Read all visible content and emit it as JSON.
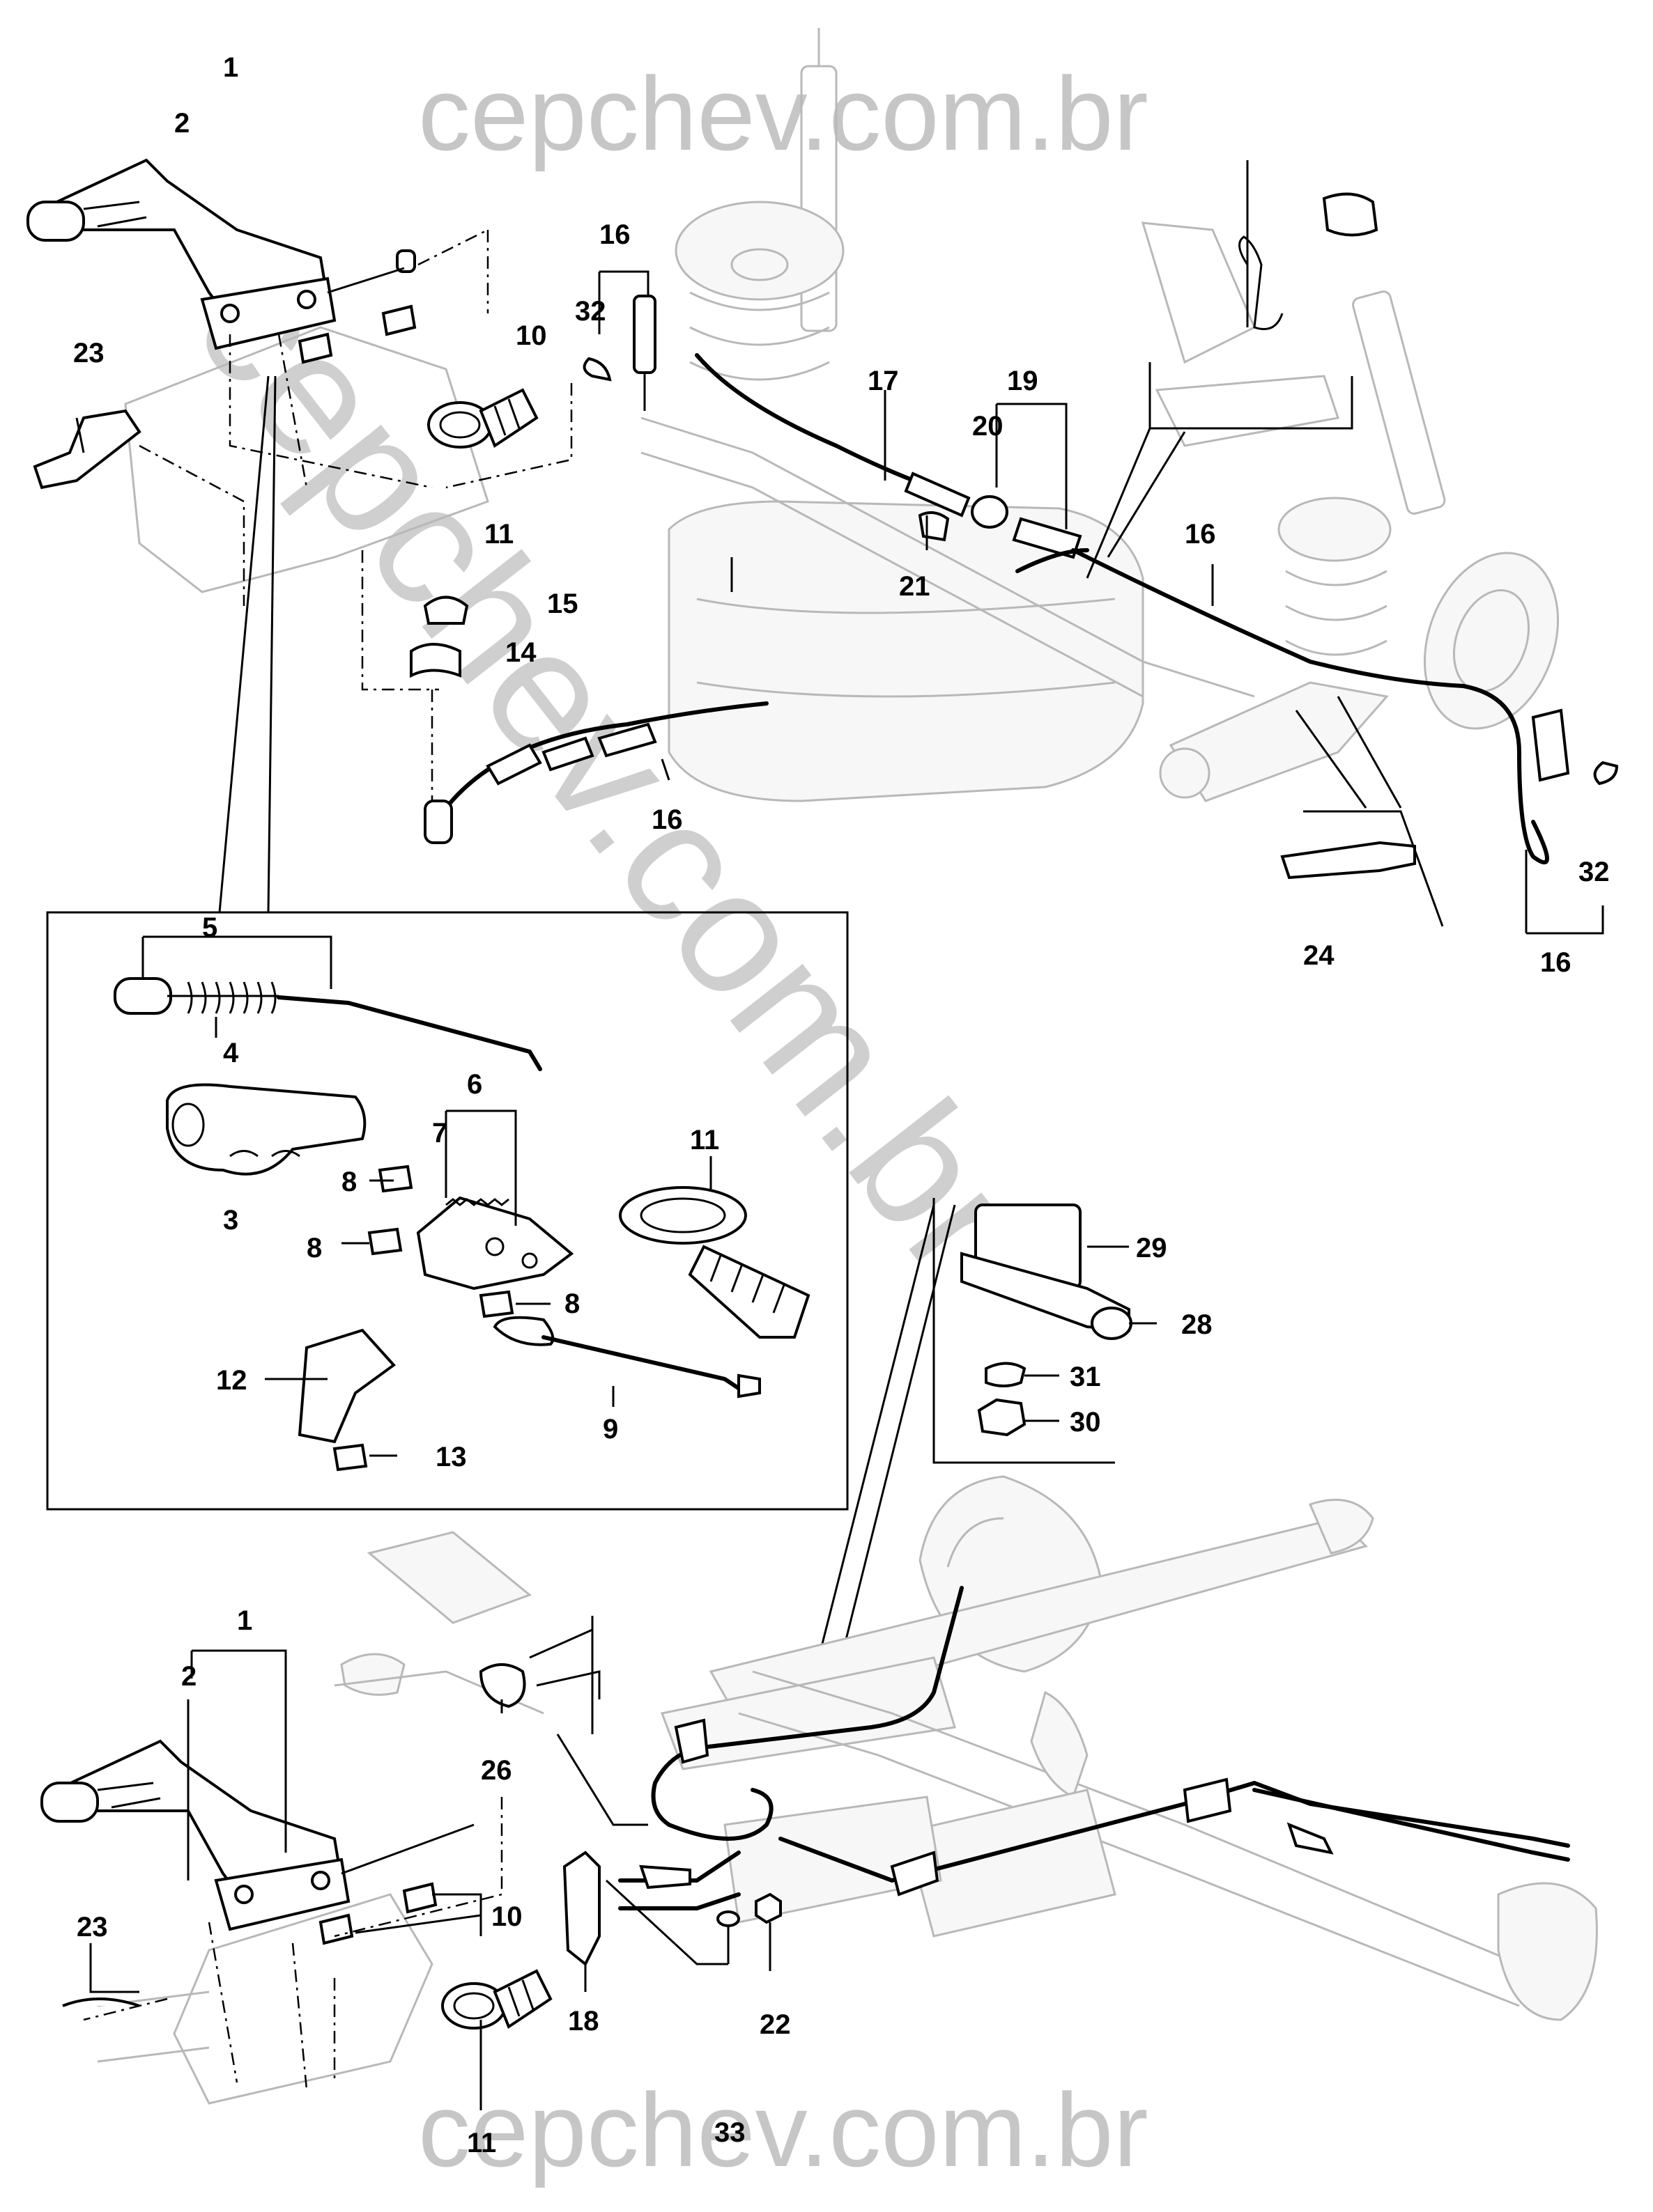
{
  "watermark": {
    "text": "cepchev.com.br",
    "diagonal_text": "cepchev.com.br"
  },
  "callouts": {
    "c1_top": "1",
    "c2_top": "2",
    "c10_top": "10",
    "c23_top": "23",
    "c11_top": "11",
    "c15": "15",
    "c14": "14",
    "c16_a": "16",
    "c32_a": "32",
    "c17": "17",
    "c19": "19",
    "c20": "20",
    "c21": "21",
    "c16_b": "16",
    "c16_c": "16",
    "c24": "24",
    "c32_b": "32",
    "c16_d": "16",
    "c5": "5",
    "c4": "4",
    "c3": "3",
    "c6": "6",
    "c7": "7",
    "c8_a": "8",
    "c8_b": "8",
    "c8_c": "8",
    "c11_inset": "11",
    "c12": "12",
    "c13": "13",
    "c9": "9",
    "c29": "29",
    "c28": "28",
    "c31": "31",
    "c30": "30",
    "c1_bottom": "1",
    "c2_bottom": "2",
    "c10_bottom": "10",
    "c23_bottom": "23",
    "c26": "26",
    "c18": "18",
    "c22": "22",
    "c33": "33",
    "c11_bottom": "11"
  }
}
